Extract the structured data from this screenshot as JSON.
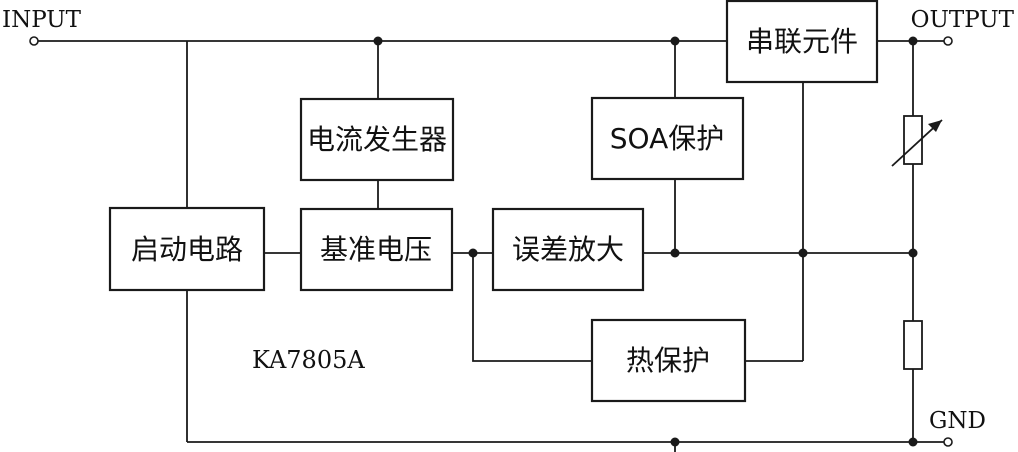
{
  "diagram": {
    "chip_name": "KA7805A",
    "pins": {
      "input": "INPUT",
      "output": "OUTPUT",
      "gnd": "GND"
    },
    "blocks": {
      "series_element": "串联元件",
      "current_generator": "电流发生器",
      "soa_protection": "SOA保护",
      "startup_circuit": "启动电路",
      "reference_voltage": "基准电压",
      "error_amplifier": "误差放大",
      "thermal_protection": "热保护"
    }
  }
}
